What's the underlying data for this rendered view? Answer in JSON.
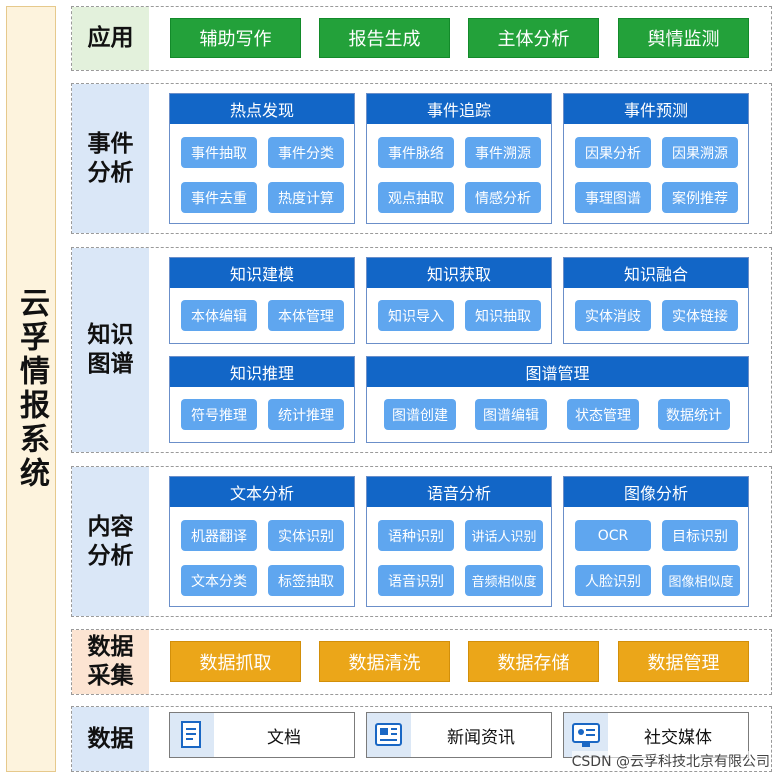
{
  "system_title": "云孚情报系统",
  "layers": {
    "app": {
      "label": "应用",
      "items": [
        "辅助写作",
        "报告生成",
        "主体分析",
        "舆情监测"
      ]
    },
    "event": {
      "label": "事件分析",
      "panels": [
        {
          "title": "热点发现",
          "items": [
            "事件抽取",
            "事件分类",
            "事件去重",
            "热度计算"
          ]
        },
        {
          "title": "事件追踪",
          "items": [
            "事件脉络",
            "事件溯源",
            "观点抽取",
            "情感分析"
          ]
        },
        {
          "title": "事件预测",
          "items": [
            "因果分析",
            "因果溯源",
            "事理图谱",
            "案例推荐"
          ]
        }
      ]
    },
    "kg": {
      "label": "知识图谱",
      "panels": [
        {
          "title": "知识建模",
          "items": [
            "本体编辑",
            "本体管理"
          ]
        },
        {
          "title": "知识获取",
          "items": [
            "知识导入",
            "知识抽取"
          ]
        },
        {
          "title": "知识融合",
          "items": [
            "实体消歧",
            "实体链接"
          ]
        },
        {
          "title": "知识推理",
          "items": [
            "符号推理",
            "统计推理"
          ]
        },
        {
          "title": "图谱管理",
          "items": [
            "图谱创建",
            "图谱编辑",
            "状态管理",
            "数据统计"
          ]
        }
      ]
    },
    "content": {
      "label": "内容分析",
      "panels": [
        {
          "title": "文本分析",
          "items": [
            "机器翻译",
            "实体识别",
            "文本分类",
            "标签抽取"
          ]
        },
        {
          "title": "语音分析",
          "items": [
            "语种识别",
            "讲话人识别",
            "语音识别",
            "音频相似度"
          ]
        },
        {
          "title": "图像分析",
          "items": [
            "OCR",
            "目标识别",
            "人脸识别",
            "图像相似度"
          ]
        }
      ]
    },
    "collect": {
      "label": "数据采集",
      "items": [
        "数据抓取",
        "数据清洗",
        "数据存储",
        "数据管理"
      ]
    },
    "data": {
      "label": "数据",
      "items": [
        {
          "label": "文档",
          "icon": "document-icon"
        },
        {
          "label": "新闻资讯",
          "icon": "news-icon"
        },
        {
          "label": "社交媒体",
          "icon": "social-media-icon"
        }
      ]
    }
  },
  "watermark": "CSDN @云孚科技北京有限公司",
  "colors": {
    "green": "#23a13a",
    "orange": "#eba619",
    "panel_header": "#1266c7",
    "chip": "#5fa6ef"
  }
}
